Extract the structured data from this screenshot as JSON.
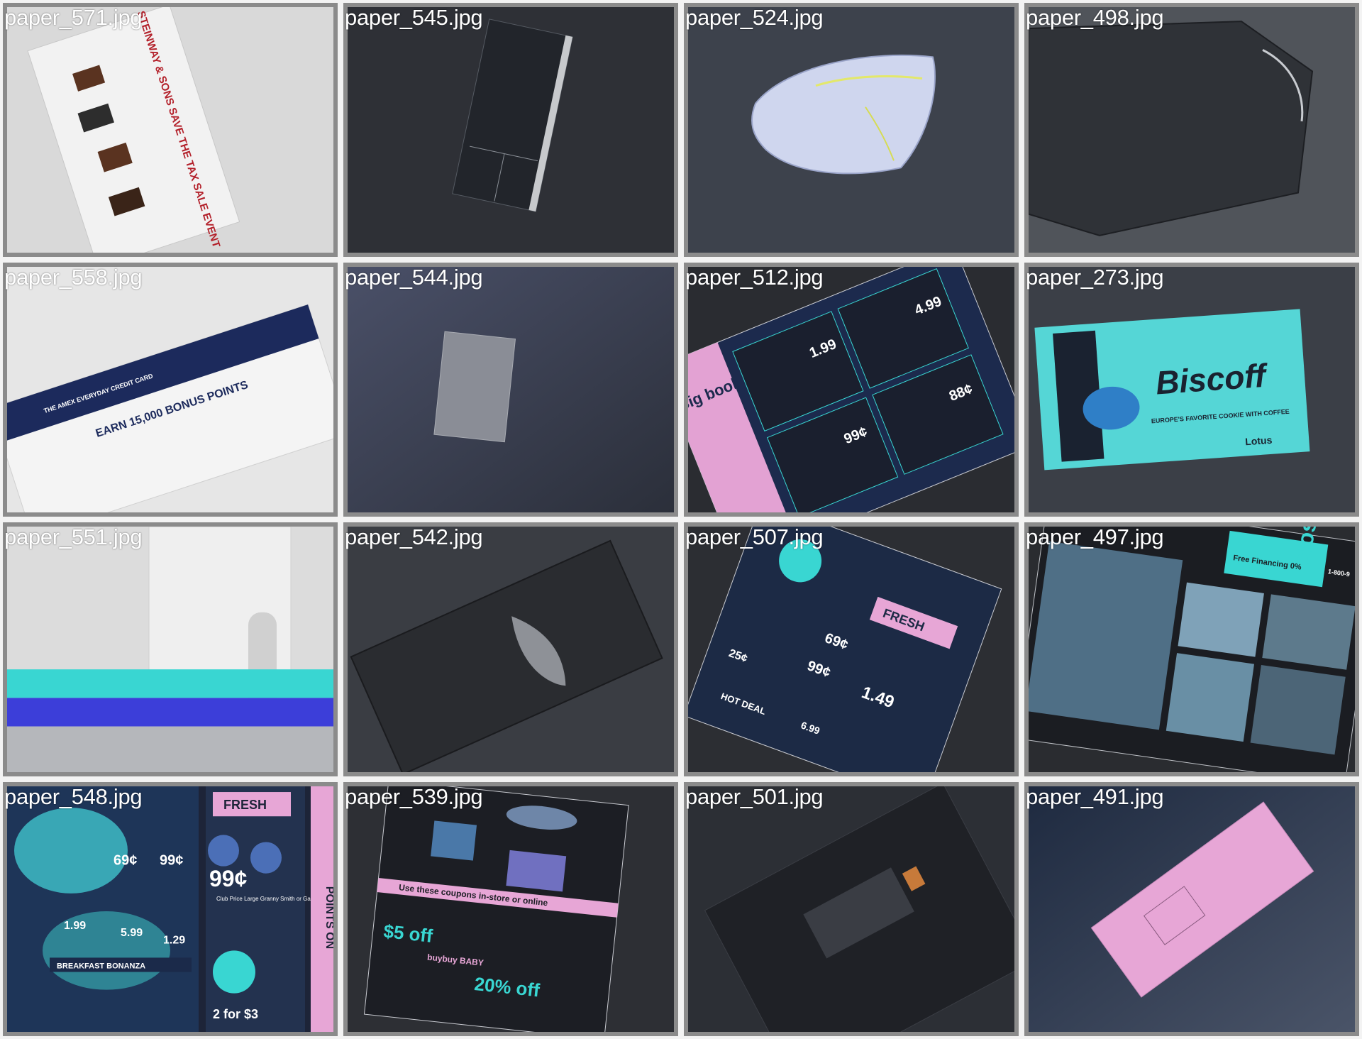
{
  "tiles": [
    {
      "filename": "paper_571.jpg",
      "printed_text": "STEINWAY & SONS SAVE THE TAX SALE EVENT"
    },
    {
      "filename": "paper_545.jpg"
    },
    {
      "filename": "paper_524.jpg"
    },
    {
      "filename": "paper_498.jpg"
    },
    {
      "filename": "paper_558.jpg",
      "printed_text": "THE AMEX EVERYDAY CREDIT CARD",
      "printed_text_2": "EARN 15,000 BONUS POINTS"
    },
    {
      "filename": "paper_544.jpg"
    },
    {
      "filename": "paper_512.jpg",
      "printed_text": "Big book of Savings",
      "prices": [
        "1.99",
        "4.99",
        "99¢",
        "88¢"
      ]
    },
    {
      "filename": "paper_273.jpg",
      "printed_text": "Biscoff",
      "printed_text_2": "EUROPE'S FAVORITE COOKIE WITH COFFEE",
      "printed_text_3": "Lotus"
    },
    {
      "filename": "paper_551.jpg"
    },
    {
      "filename": "paper_542.jpg"
    },
    {
      "filename": "paper_507.jpg",
      "printed_text": "FRESH",
      "prices": [
        "69¢",
        "99¢",
        "1.49",
        "25¢",
        "6.99"
      ],
      "badge": "HOT DEAL"
    },
    {
      "filename": "paper_497.jpg",
      "printed_text": "closet world",
      "printed_text_2": "Free Financing 0%",
      "printed_text_3": "1-800-9"
    },
    {
      "filename": "paper_548.jpg",
      "printed_text": "FRESH",
      "prices": [
        "69¢",
        "99¢",
        "99¢",
        "1.99",
        "5.99",
        "1.29",
        "2 for $3"
      ],
      "printed_text_2": "BREAKFAST BONANZA",
      "printed_text_3": "Club Price Large Granny Smith or Gala Apples",
      "printed_text_4": "POINTS ON"
    },
    {
      "filename": "paper_539.jpg",
      "printed_text": "Use these coupons in-store or online",
      "printed_text_2": "$5 off",
      "printed_text_3": "20% off",
      "printed_text_4": "buybuy BABY"
    },
    {
      "filename": "paper_501.jpg"
    },
    {
      "filename": "paper_491.jpg"
    }
  ],
  "colors": {
    "tile_border": "#f3f3f3",
    "caption": "#ffffff",
    "dark_surface": "#2f3238",
    "cyan_ink": "#39d6d2",
    "pink_ink": "#e7a6d6"
  }
}
